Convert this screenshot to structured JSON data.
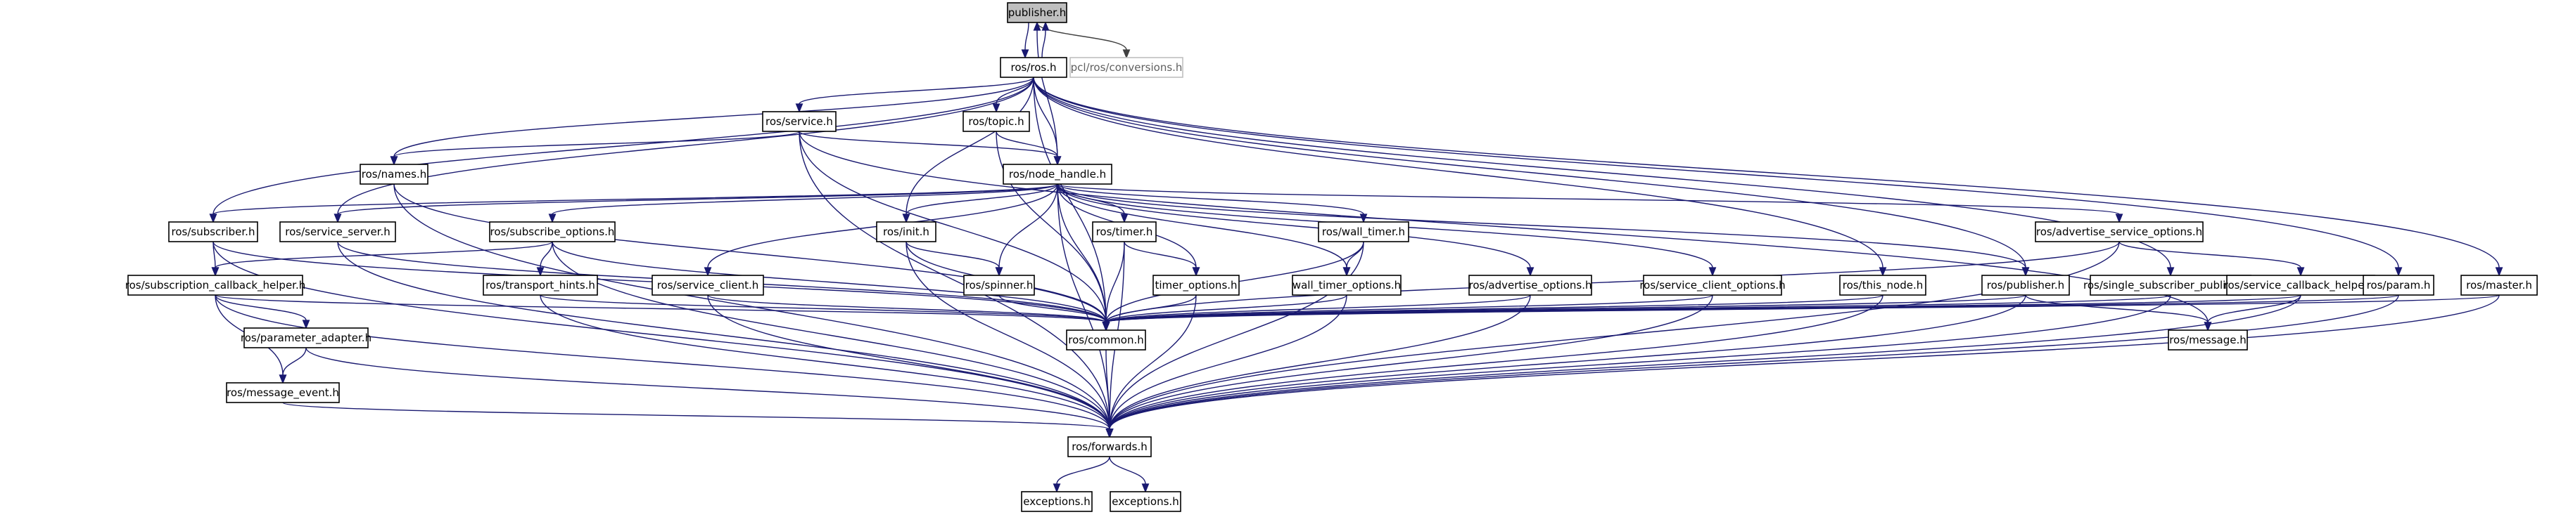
{
  "diagram": {
    "nodes": [
      {
        "id": "publisher",
        "label": "publisher.h"
      },
      {
        "id": "ros",
        "label": "ros/ros.h"
      },
      {
        "id": "pcl",
        "label": "pcl/ros/conversions.h"
      },
      {
        "id": "service",
        "label": "ros/service.h"
      },
      {
        "id": "topic",
        "label": "ros/topic.h"
      },
      {
        "id": "names",
        "label": "ros/names.h"
      },
      {
        "id": "node_handle",
        "label": "ros/node_handle.h"
      },
      {
        "id": "subscriber",
        "label": "ros/subscriber.h"
      },
      {
        "id": "service_server",
        "label": "ros/service_server.h"
      },
      {
        "id": "subscribe_options",
        "label": "ros/subscribe_options.h"
      },
      {
        "id": "init",
        "label": "ros/init.h"
      },
      {
        "id": "timer",
        "label": "ros/timer.h"
      },
      {
        "id": "wall_timer",
        "label": "ros/wall_timer.h"
      },
      {
        "id": "advertise_service_options",
        "label": "ros/advertise_service_options.h"
      },
      {
        "id": "subscription_callback_helper",
        "label": "ros/subscription_callback_helper.h"
      },
      {
        "id": "transport_hints",
        "label": "ros/transport_hints.h"
      },
      {
        "id": "service_client",
        "label": "ros/service_client.h"
      },
      {
        "id": "spinner",
        "label": "ros/spinner.h"
      },
      {
        "id": "timer_options",
        "label": "timer_options.h"
      },
      {
        "id": "wall_timer_options",
        "label": "wall_timer_options.h"
      },
      {
        "id": "advertise_options",
        "label": "ros/advertise_options.h"
      },
      {
        "id": "service_client_options",
        "label": "ros/service_client_options.h"
      },
      {
        "id": "this_node",
        "label": "ros/this_node.h"
      },
      {
        "id": "ros_publisher",
        "label": "ros/publisher.h"
      },
      {
        "id": "single_subscriber_publisher",
        "label": "ros/single_subscriber_publisher.h"
      },
      {
        "id": "service_callback_helper",
        "label": "ros/service_callback_helper.h"
      },
      {
        "id": "param",
        "label": "ros/param.h"
      },
      {
        "id": "master",
        "label": "ros/master.h"
      },
      {
        "id": "parameter_adapter",
        "label": "ros/parameter_adapter.h"
      },
      {
        "id": "common",
        "label": "ros/common.h"
      },
      {
        "id": "message",
        "label": "ros/message.h"
      },
      {
        "id": "message_event",
        "label": "ros/message_event.h"
      },
      {
        "id": "forwards",
        "label": "ros/forwards.h"
      },
      {
        "id": "exceptions1",
        "label": "exceptions.h"
      },
      {
        "id": "exceptions2",
        "label": "exceptions.h"
      }
    ],
    "edges": [
      [
        "publisher",
        "ros"
      ],
      [
        "publisher",
        "pcl"
      ],
      [
        "ros",
        "publisher"
      ],
      [
        "ros",
        "service"
      ],
      [
        "ros",
        "topic"
      ],
      [
        "ros",
        "names"
      ],
      [
        "ros",
        "node_handle"
      ],
      [
        "ros",
        "subscriber"
      ],
      [
        "ros",
        "service_server"
      ],
      [
        "ros",
        "init"
      ],
      [
        "ros",
        "common"
      ],
      [
        "ros",
        "this_node"
      ],
      [
        "ros",
        "ros_publisher"
      ],
      [
        "ros",
        "single_subscriber_publisher"
      ],
      [
        "ros",
        "param"
      ],
      [
        "ros",
        "master"
      ],
      [
        "service",
        "names"
      ],
      [
        "service",
        "node_handle"
      ],
      [
        "service",
        "common"
      ],
      [
        "service",
        "forwards"
      ],
      [
        "service",
        "message"
      ],
      [
        "topic",
        "node_handle"
      ],
      [
        "topic",
        "common"
      ],
      [
        "names",
        "common"
      ],
      [
        "names",
        "forwards"
      ],
      [
        "node_handle",
        "publisher"
      ],
      [
        "node_handle",
        "subscriber"
      ],
      [
        "node_handle",
        "service_server"
      ],
      [
        "node_handle",
        "subscribe_options"
      ],
      [
        "node_handle",
        "init"
      ],
      [
        "node_handle",
        "timer"
      ],
      [
        "node_handle",
        "wall_timer"
      ],
      [
        "node_handle",
        "advertise_service_options"
      ],
      [
        "node_handle",
        "service_client"
      ],
      [
        "node_handle",
        "spinner"
      ],
      [
        "node_handle",
        "timer_options"
      ],
      [
        "node_handle",
        "wall_timer_options"
      ],
      [
        "node_handle",
        "advertise_options"
      ],
      [
        "node_handle",
        "service_client_options"
      ],
      [
        "node_handle",
        "ros_publisher"
      ],
      [
        "node_handle",
        "common"
      ],
      [
        "node_handle",
        "forwards"
      ],
      [
        "subscriber",
        "subscription_callback_helper"
      ],
      [
        "subscriber",
        "common"
      ],
      [
        "subscriber",
        "forwards"
      ],
      [
        "service_server",
        "common"
      ],
      [
        "service_server",
        "forwards"
      ],
      [
        "subscribe_options",
        "transport_hints"
      ],
      [
        "subscribe_options",
        "subscription_callback_helper"
      ],
      [
        "subscribe_options",
        "common"
      ],
      [
        "subscribe_options",
        "forwards"
      ],
      [
        "init",
        "spinner"
      ],
      [
        "init",
        "common"
      ],
      [
        "init",
        "forwards"
      ],
      [
        "timer",
        "timer_options"
      ],
      [
        "timer",
        "common"
      ],
      [
        "timer",
        "forwards"
      ],
      [
        "wall_timer",
        "wall_timer_options"
      ],
      [
        "wall_timer",
        "common"
      ],
      [
        "wall_timer",
        "forwards"
      ],
      [
        "advertise_service_options",
        "service_callback_helper"
      ],
      [
        "advertise_service_options",
        "common"
      ],
      [
        "advertise_service_options",
        "forwards"
      ],
      [
        "subscription_callback_helper",
        "parameter_adapter"
      ],
      [
        "subscription_callback_helper",
        "message_event"
      ],
      [
        "subscription_callback_helper",
        "common"
      ],
      [
        "subscription_callback_helper",
        "forwards"
      ],
      [
        "transport_hints",
        "common"
      ],
      [
        "transport_hints",
        "forwards"
      ],
      [
        "service_client",
        "common"
      ],
      [
        "service_client",
        "forwards"
      ],
      [
        "spinner",
        "common"
      ],
      [
        "timer_options",
        "common"
      ],
      [
        "timer_options",
        "forwards"
      ],
      [
        "wall_timer_options",
        "common"
      ],
      [
        "wall_timer_options",
        "forwards"
      ],
      [
        "advertise_options",
        "common"
      ],
      [
        "advertise_options",
        "forwards"
      ],
      [
        "service_client_options",
        "common"
      ],
      [
        "service_client_options",
        "forwards"
      ],
      [
        "this_node",
        "common"
      ],
      [
        "this_node",
        "forwards"
      ],
      [
        "ros_publisher",
        "common"
      ],
      [
        "ros_publisher",
        "message"
      ],
      [
        "ros_publisher",
        "forwards"
      ],
      [
        "single_subscriber_publisher",
        "common"
      ],
      [
        "single_subscriber_publisher",
        "forwards"
      ],
      [
        "service_callback_helper",
        "common"
      ],
      [
        "service_callback_helper",
        "message"
      ],
      [
        "service_callback_helper",
        "forwards"
      ],
      [
        "param",
        "common"
      ],
      [
        "param",
        "forwards"
      ],
      [
        "master",
        "common"
      ],
      [
        "master",
        "forwards"
      ],
      [
        "parameter_adapter",
        "message_event"
      ],
      [
        "parameter_adapter",
        "forwards"
      ],
      [
        "message_event",
        "forwards"
      ],
      [
        "common",
        "forwards"
      ],
      [
        "forwards",
        "exceptions1"
      ],
      [
        "forwards",
        "exceptions2"
      ]
    ]
  }
}
